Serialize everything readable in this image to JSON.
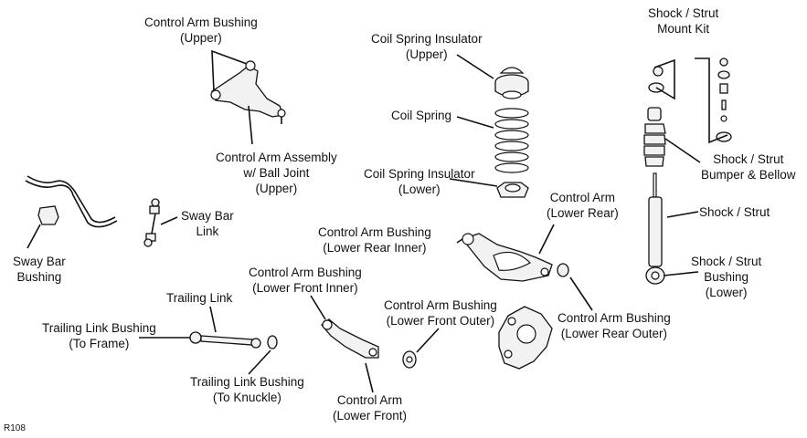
{
  "labels": {
    "cab_upper": [
      "Control Arm Bushing",
      "(Upper)"
    ],
    "caa_upper": [
      "Control Arm Assembly",
      "w/ Ball Joint",
      "(Upper)"
    ],
    "csi_upper": [
      "Coil Spring Insulator",
      "(Upper)"
    ],
    "coil_spring": [
      "Coil Spring"
    ],
    "csi_lower": [
      "Coil Spring Insulator",
      "(Lower)"
    ],
    "strut_kit": [
      "Shock / Strut",
      "Mount Kit"
    ],
    "strut_bumper": [
      "Shock / Strut",
      "Bumper & Bellow"
    ],
    "strut": [
      "Shock / Strut"
    ],
    "strut_bushing": [
      "Shock / Strut",
      "Bushing",
      "(Lower)"
    ],
    "sway_bushing": [
      "Sway Bar",
      "Bushing"
    ],
    "sway_link": [
      "Sway Bar",
      "Link"
    ],
    "ca_lower_rear": [
      "Control Arm",
      "(Lower Rear)"
    ],
    "cab_lower_rear_inner": [
      "Control Arm Bushing",
      "(Lower Rear Inner)"
    ],
    "cab_lower_front_inner": [
      "Control Arm Bushing",
      "(Lower Front Inner)"
    ],
    "cab_lower_front_outer": [
      "Control Arm Bushing",
      "(Lower Front Outer)"
    ],
    "cab_lower_rear_outer": [
      "Control Arm Bushing",
      "(Lower Rear Outer)"
    ],
    "trailing_link": [
      "Trailing Link"
    ],
    "tl_bushing_frame": [
      "Trailing Link Bushing",
      "(To Frame)"
    ],
    "tl_bushing_knuckle": [
      "Trailing Link Bushing",
      "(To Knuckle)"
    ],
    "ca_lower_front": [
      "Control Arm",
      "(Lower Front)"
    ]
  },
  "figure_code": "R108"
}
